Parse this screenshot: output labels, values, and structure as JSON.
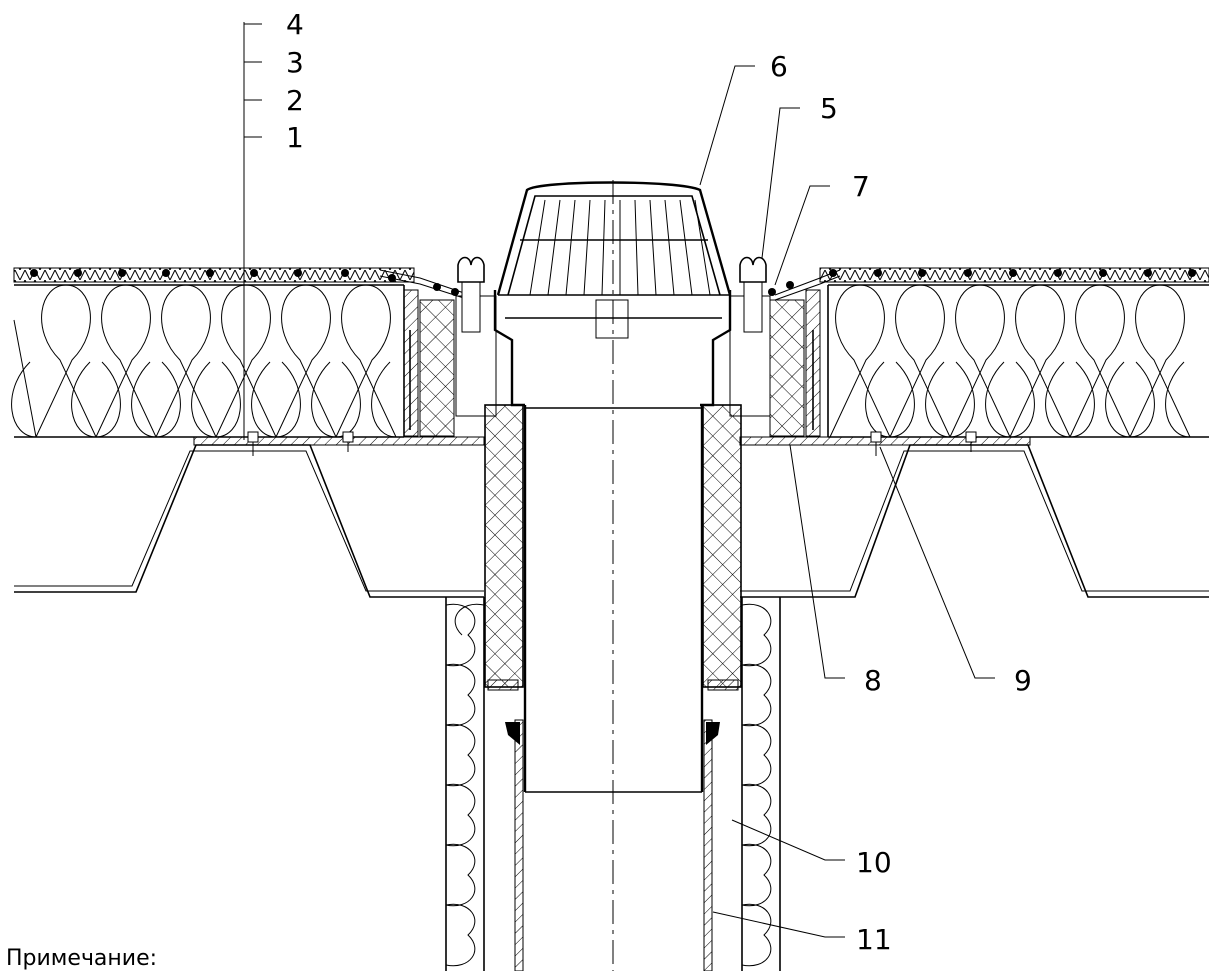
{
  "callouts": [
    {
      "id": "c4",
      "text": "4"
    },
    {
      "id": "c3",
      "text": "3"
    },
    {
      "id": "c2",
      "text": "2"
    },
    {
      "id": "c1",
      "text": "1"
    },
    {
      "id": "c6",
      "text": "6"
    },
    {
      "id": "c5",
      "text": "5"
    },
    {
      "id": "c7",
      "text": "7"
    },
    {
      "id": "c8",
      "text": "8"
    },
    {
      "id": "c9",
      "text": "9"
    },
    {
      "id": "c10",
      "text": "10"
    },
    {
      "id": "c11",
      "text": "11"
    }
  ],
  "note": {
    "title": "Примечание:"
  }
}
